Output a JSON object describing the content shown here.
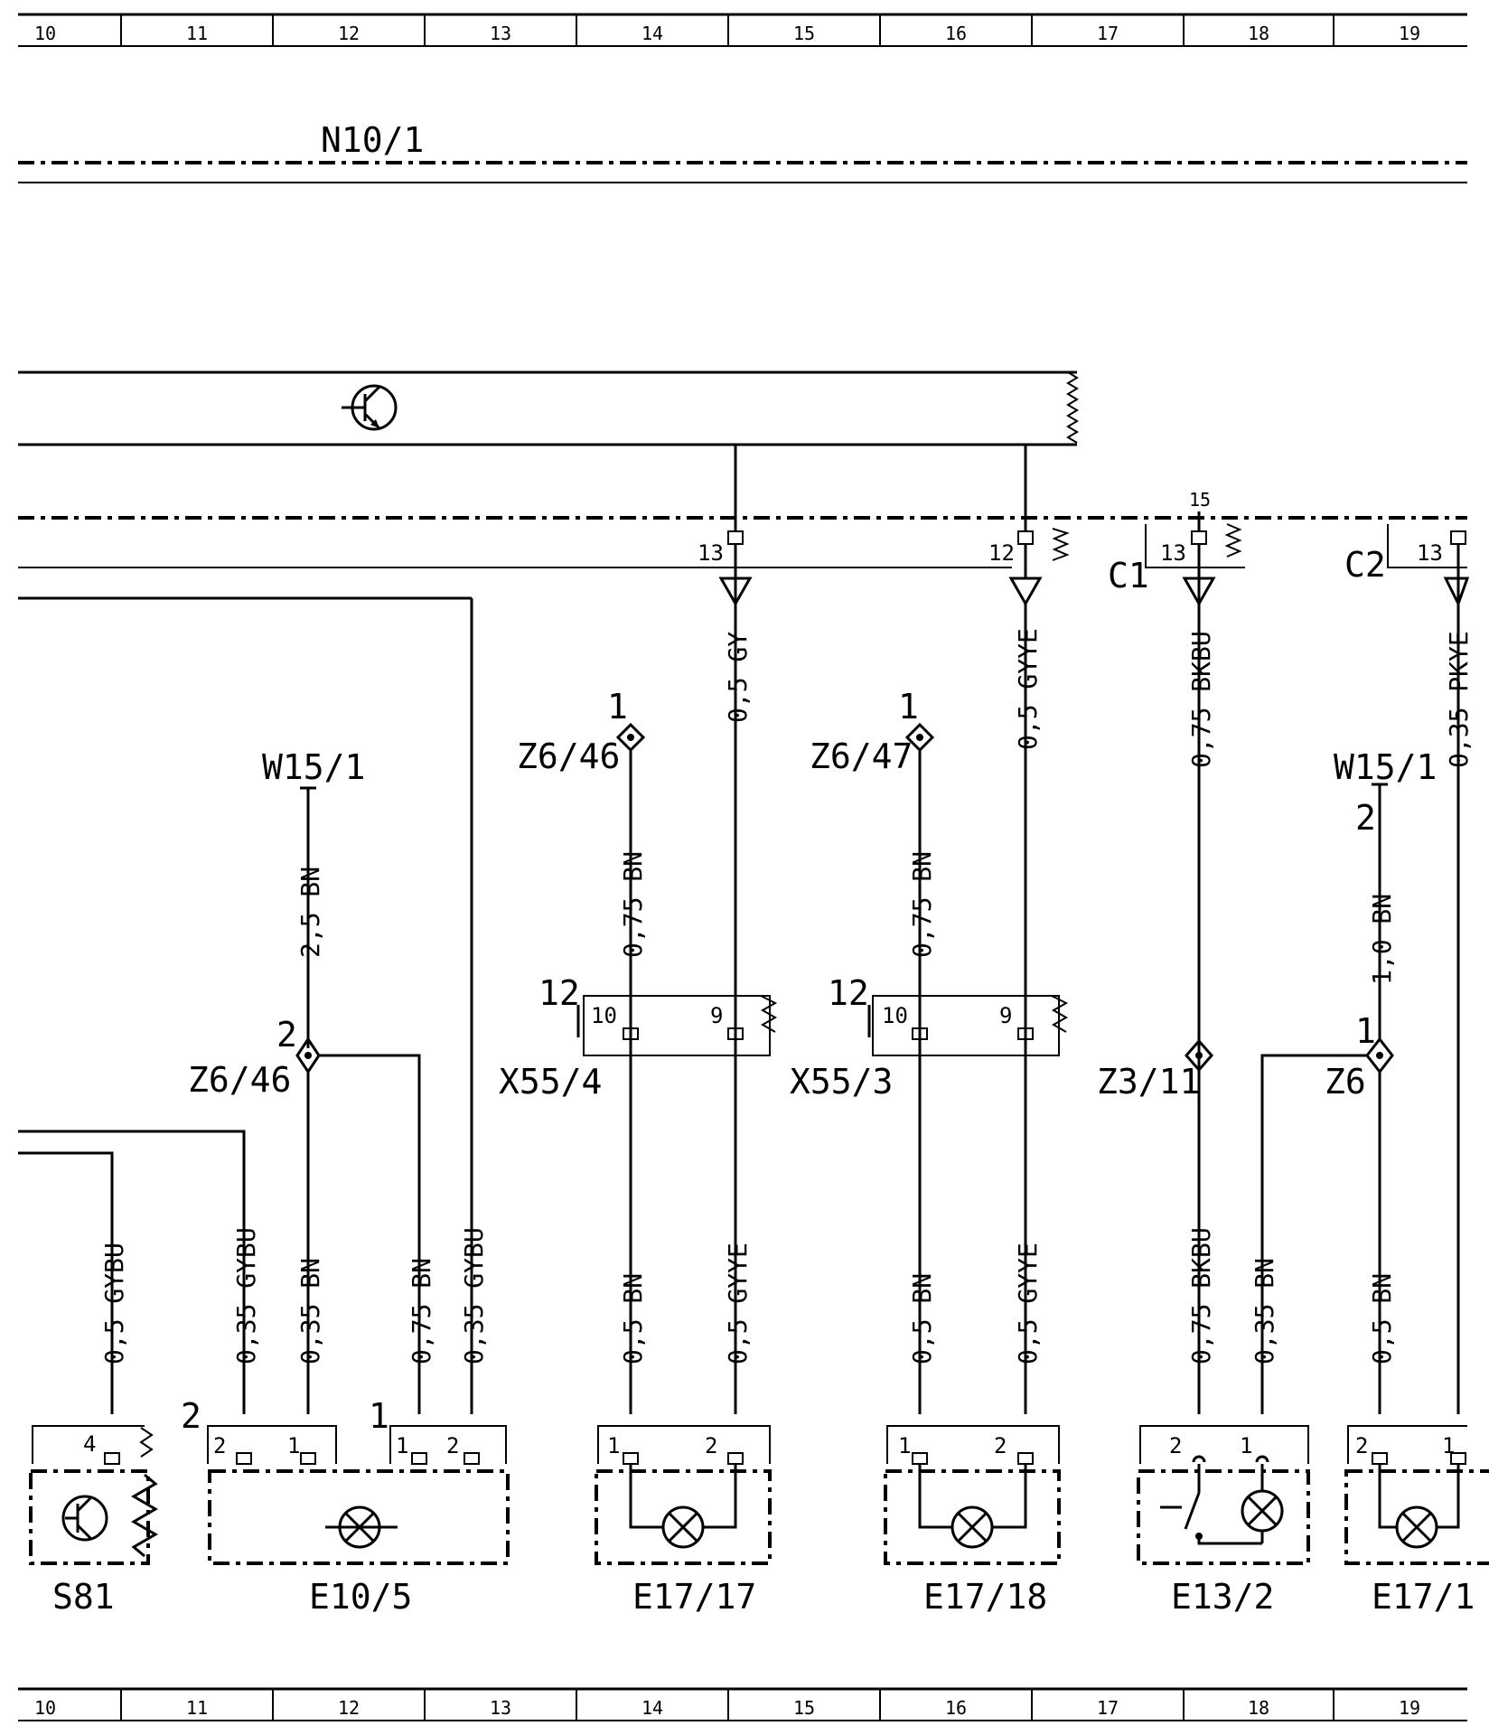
{
  "grid_columns": [
    "10",
    "11",
    "12",
    "13",
    "14",
    "15",
    "16",
    "17",
    "18",
    "19"
  ],
  "components": {
    "n10_1": "N10/1",
    "s81": "S81",
    "e10_5": "E10/5",
    "e17_17": "E17/17",
    "e17_18": "E17/18",
    "e13_2": "E13/2",
    "e17_15": "E17/1",
    "x55_4": "X55/4",
    "x55_3": "X55/3",
    "z6_46_top": "Z6/46",
    "z6_47": "Z6/47",
    "z6_46_mid": "Z6/46",
    "z3_11": "Z3/11",
    "z6_right": "Z6",
    "w15_1_left": "W15/1",
    "w15_1_right": "W15/1",
    "c1": "C1",
    "c2": "C2"
  },
  "wire_labels": {
    "w14": "0,5  GY",
    "w16": "0,5  GYYE",
    "w18": "0,75  BKBU",
    "w19": "0,35  PKYE",
    "w12": "2,5  BN",
    "w13": "0,75  BN",
    "w15b": "0,75  BN",
    "w19b": "1,0  BN",
    "l10": "0,5  GYBU",
    "l11": "0,35  GYBU",
    "l12": "0,35  BN",
    "l12b": "0,75  BN",
    "l13": "0,35  GYBU",
    "l14a": "0,5  BN",
    "l14b": "0,5  GYYE",
    "l16a": "0,5  BN",
    "l16b": "0,5  GYYE",
    "l18a": "0,75  BKBU",
    "l18b": "0,35  BN",
    "l19": "0,5  BN"
  },
  "pins": {
    "p13a": "13",
    "p12a": "12",
    "p13c1": "13",
    "p15c1": "15",
    "p13c2": "13",
    "p1_z646": "1",
    "p1_z647": "1",
    "p12_x554": "12",
    "p10_x554": "10",
    "p9_x554": "9",
    "p12_x553": "12",
    "p10_x553": "10",
    "p9_x553": "9",
    "p2_z646": "2",
    "p2_w151": "2",
    "p1_z6": "1",
    "p4_s81": "4",
    "p2_e105": "2",
    "p1_e105": "1",
    "p1b_e105": "1",
    "p2b_e105": "2",
    "p2_e105_out": "2",
    "p1_e105_out": "1",
    "p1_e1717": "1",
    "p2_e1717": "2",
    "p1_e1718": "1",
    "p2_e1718": "2",
    "p2_e132": "2",
    "p1_e132": "1",
    "p2_e1715": "2",
    "p1_e1715": "1"
  }
}
